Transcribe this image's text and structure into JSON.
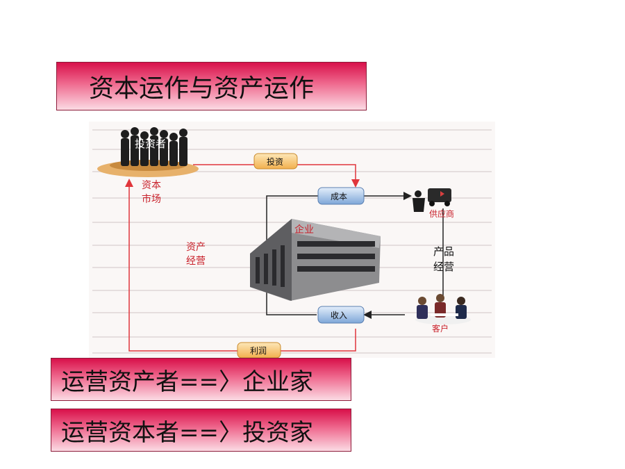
{
  "title": "资本运作与资产运作",
  "roles": [
    "运营资产者==〉企业家",
    "运营资本者==〉投资家"
  ],
  "diagram": {
    "investors_label": "投资者",
    "capital_market_label": [
      "资本",
      "市场"
    ],
    "invest_label": "投资",
    "cost_label": "成本",
    "supplier_label": "供应商",
    "enterprise_label": "企业",
    "asset_operation_label": [
      "资产",
      "经营"
    ],
    "product_operation_label": [
      "产品",
      "经营"
    ],
    "revenue_label": "收入",
    "customer_label": "客户",
    "profit_label": "利润"
  },
  "colors": {
    "banner_top": "#d8104a",
    "banner_bottom": "#fbdbe4",
    "flow_red": "#e0353b",
    "flow_dark": "#222222",
    "pill_blue": "#7ea6d8",
    "pill_orange": "#f2b04e"
  }
}
